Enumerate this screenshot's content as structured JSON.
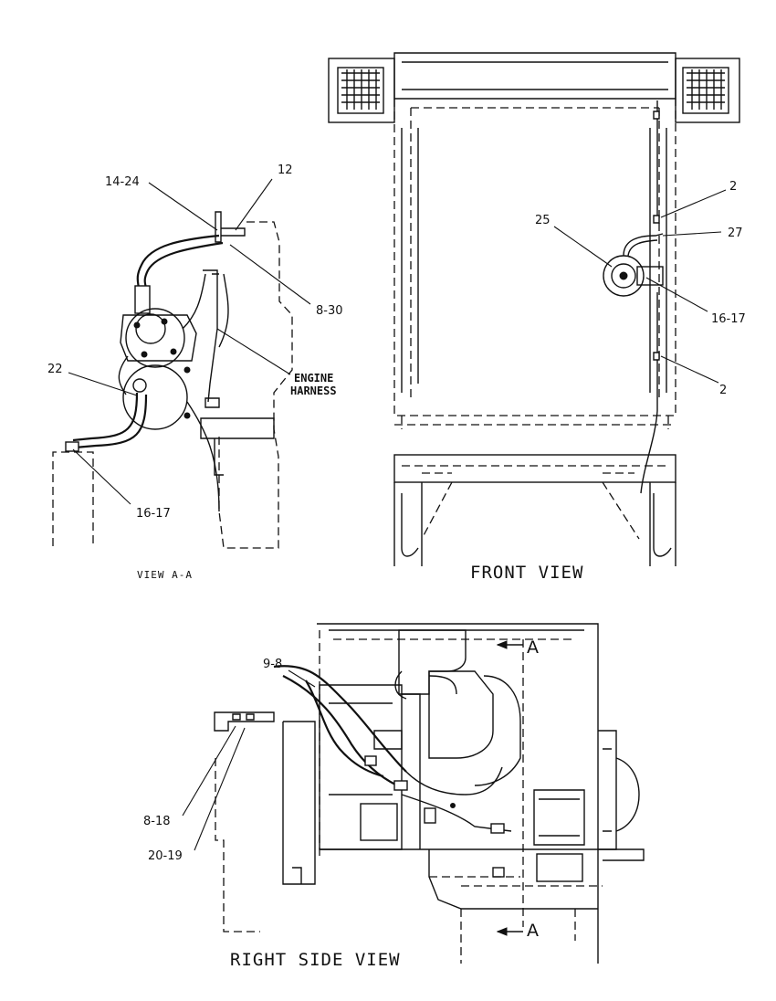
{
  "view_aa": {
    "title": "VIEW A-A",
    "callouts": {
      "c14_24": "14-24",
      "c12": "12",
      "c8_30": "8-30",
      "engine_harness_1": "ENGINE",
      "engine_harness_2": "HARNESS",
      "c22": "22",
      "c16_17": "16-17"
    }
  },
  "front_view": {
    "title": "FRONT VIEW",
    "callouts": {
      "c2_top": "2",
      "c27": "27",
      "c25": "25",
      "c16_17": "16-17",
      "c2_bottom": "2"
    }
  },
  "right_side_view": {
    "title": "RIGHT SIDE VIEW",
    "section_marker": "A",
    "callouts": {
      "c9_8": "9-8",
      "c8_18": "8-18",
      "c20_19": "20-19"
    }
  }
}
